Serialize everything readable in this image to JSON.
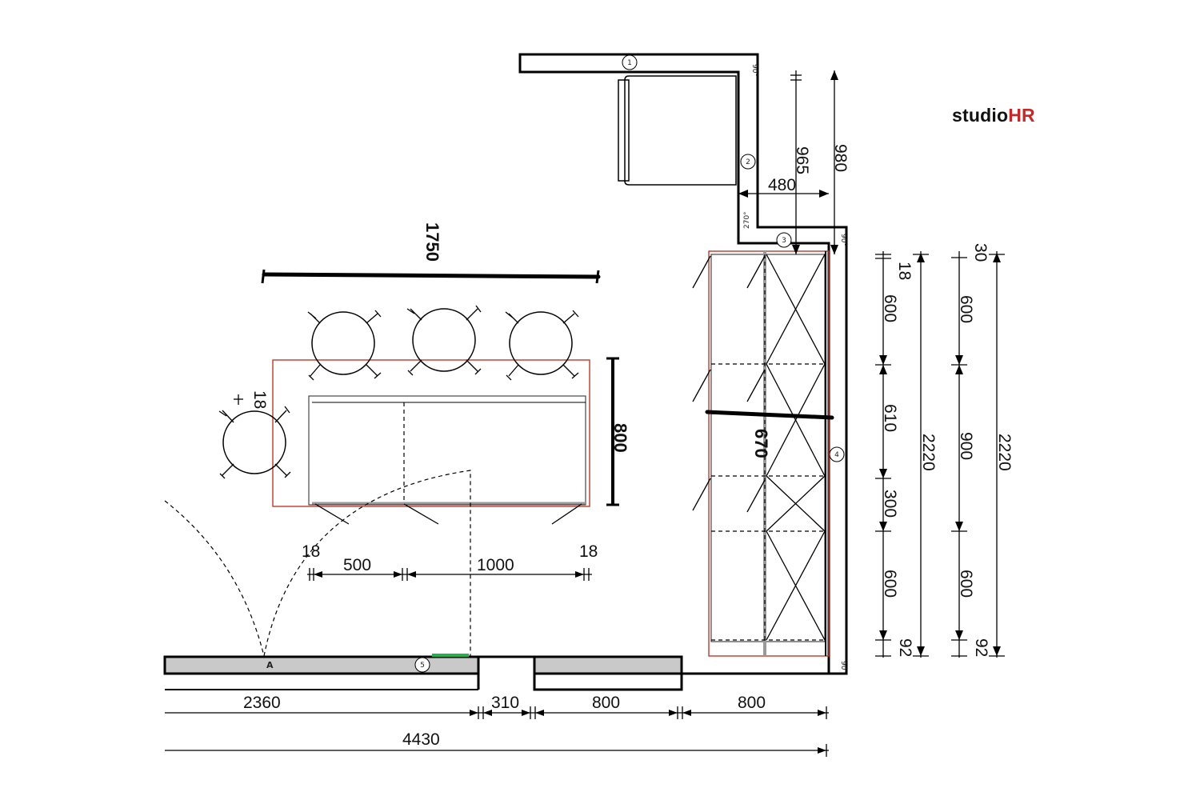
{
  "brand": {
    "text_dark": "studio",
    "text_red": "HR",
    "accent_color": "#c62828"
  },
  "markers": [
    "1",
    "2",
    "3",
    "4",
    "5"
  ],
  "angles": [
    "90°",
    "270°",
    "90°",
    "90"
  ],
  "dimensions": {
    "tall_unit_ceiling": "965",
    "tall_unit_ceiling_outer": "980",
    "return_wall": "480",
    "bench_length": "1750",
    "island_depth": "800",
    "tall_unit_depth": "670",
    "bottom_left": "18",
    "island_bottom_500": "500",
    "island_bottom_1000": "1000",
    "bottom_right": "18",
    "chair_gap": "18",
    "chain1": {
      "a": "18",
      "b": "600",
      "c": "610",
      "d": "300",
      "e": "600",
      "f": "92",
      "total": "2220"
    },
    "chain2": {
      "a": "30",
      "b": "600",
      "c": "900",
      "d": "600",
      "e": "92",
      "total": "2220"
    },
    "wall_2360": "2360",
    "wall_310": "310",
    "wall_800a": "800",
    "wall_800b": "800",
    "wall_total": "4430"
  },
  "door_marker": "A",
  "colors": {
    "outline_red": "#c0392b",
    "highlight_green": "#22b14c",
    "wall_grey": "#c9c9c9"
  }
}
